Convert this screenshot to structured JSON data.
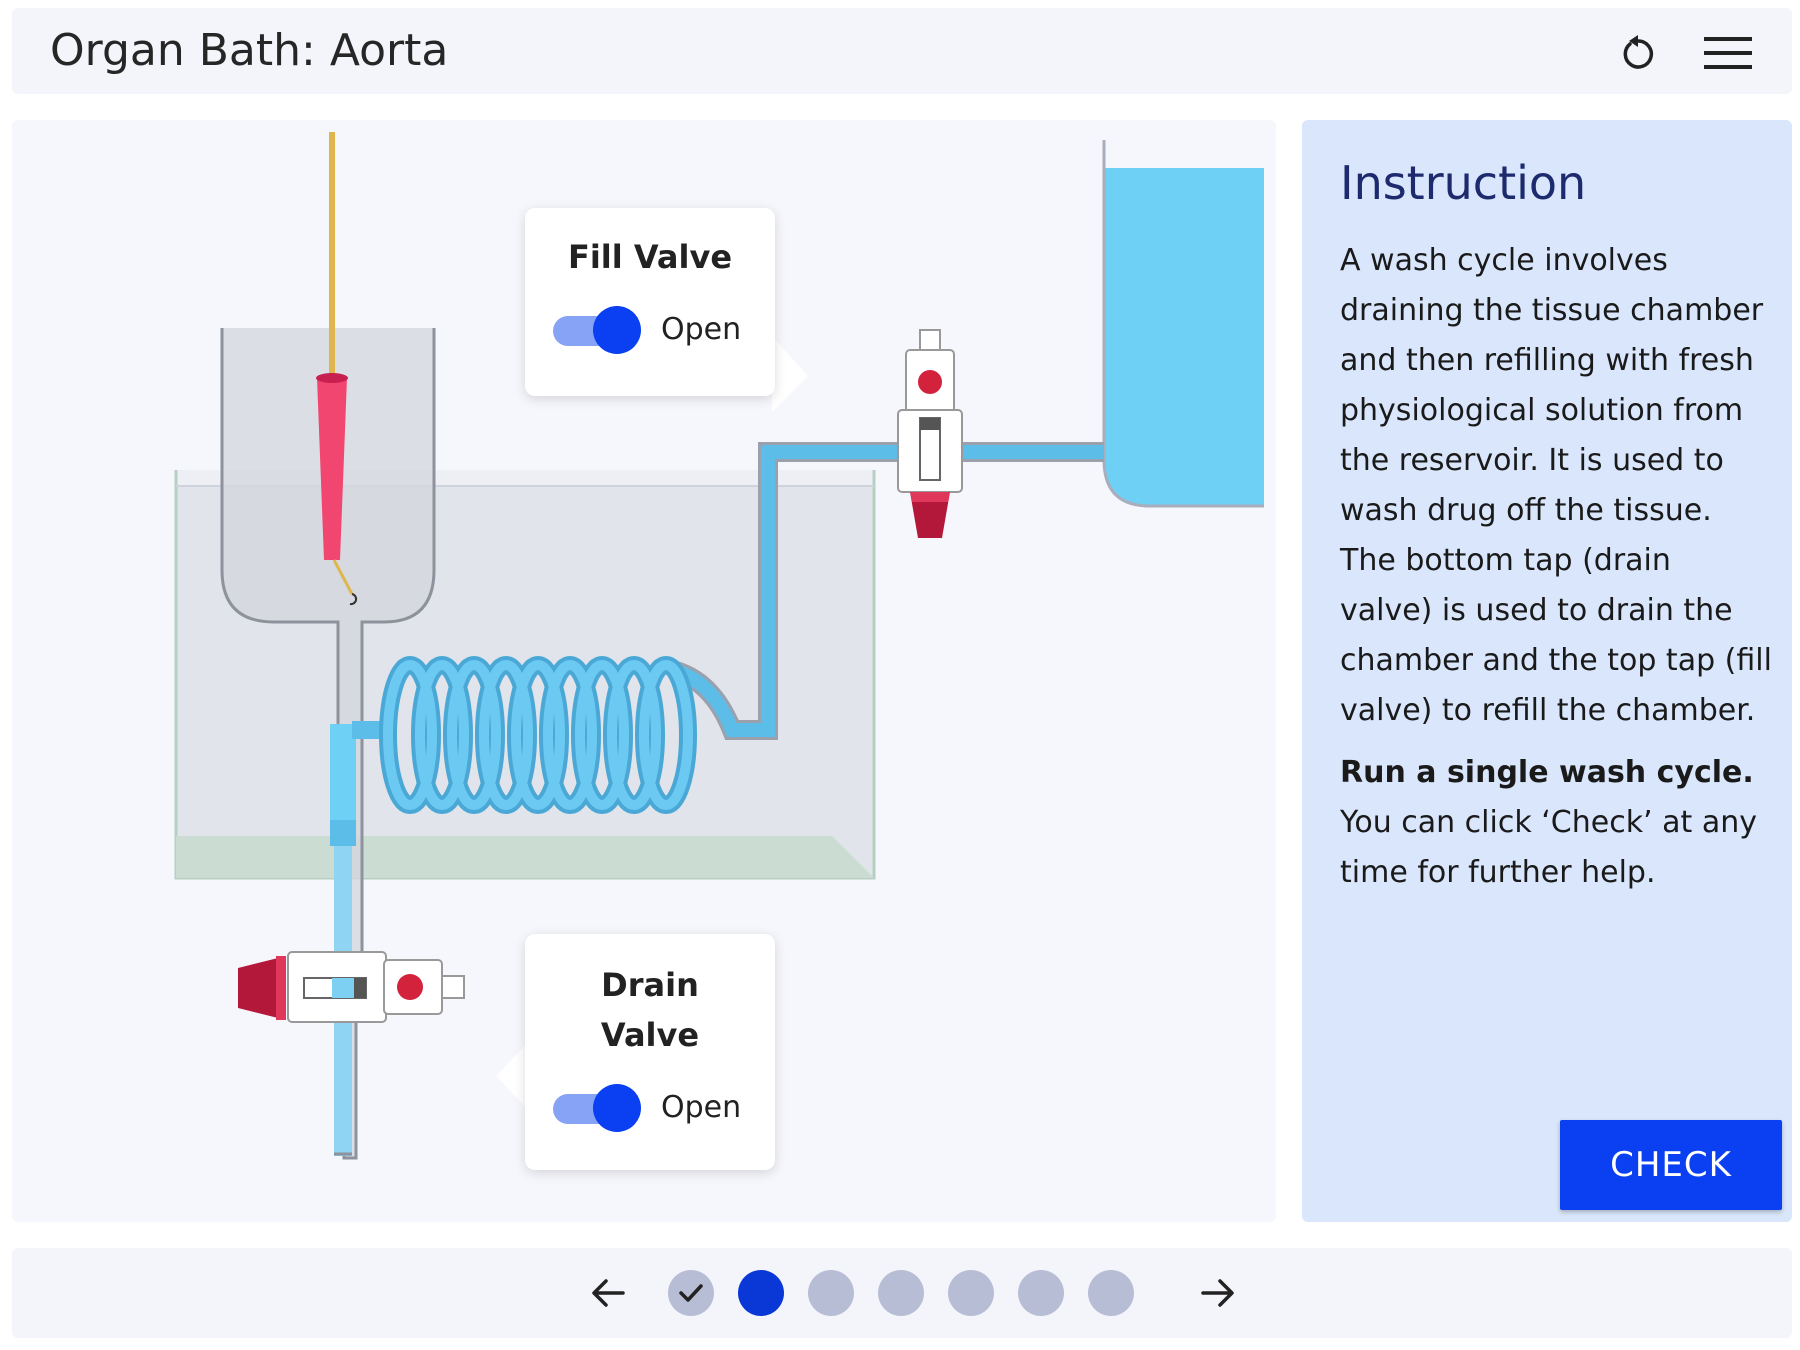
{
  "header": {
    "title": "Organ Bath: Aorta",
    "reset_icon": "reset-icon",
    "menu_icon": "hamburger-menu-icon"
  },
  "apparatus": {
    "fill_valve": {
      "title": "Fill Valve",
      "state_label": "Open",
      "on": true
    },
    "drain_valve": {
      "title": "Drain\nValve",
      "state_label": "Open",
      "on": true
    }
  },
  "instruction": {
    "title": "Instruction",
    "paragraph": "A wash cycle involves draining the tissue chamber and then refilling with fresh physiological solution from the reservoir. It is used to wash drug off the tissue. The bottom tap (drain valve) is used to drain the chamber and the top tap (fill valve) to refill the chamber.",
    "task": "Run a single wash cycle.",
    "hint": "You can click ‘Check’ at any time for further help.",
    "check_label": "CHECK"
  },
  "footer": {
    "prev_icon": "arrow-left-icon",
    "next_icon": "arrow-right-icon",
    "steps": [
      {
        "status": "completed"
      },
      {
        "status": "current"
      },
      {
        "status": "pending"
      },
      {
        "status": "pending"
      },
      {
        "status": "pending"
      },
      {
        "status": "pending"
      },
      {
        "status": "pending"
      }
    ]
  },
  "colors": {
    "accent": "#0a3ff2",
    "fluid": "#6fd0f5",
    "coil": "#5bbde8",
    "tissue": "#f0466f",
    "tap_red": "#b3173a"
  }
}
